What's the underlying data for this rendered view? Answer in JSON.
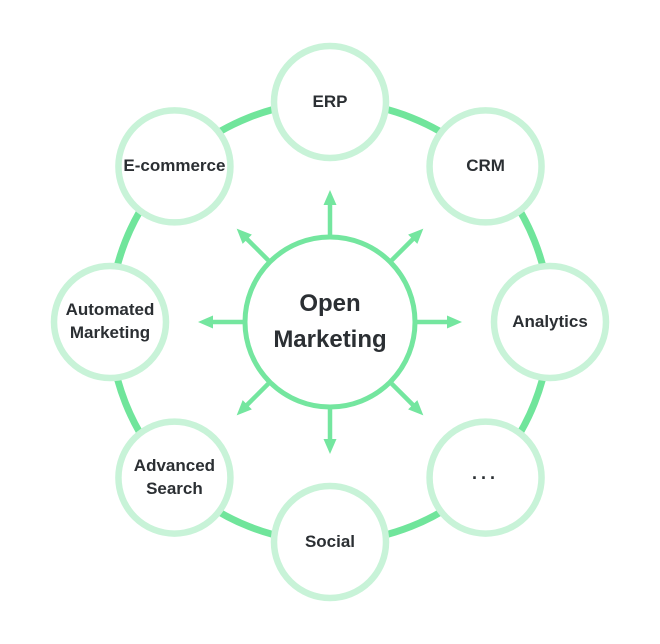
{
  "diagram": {
    "title": "Open Marketing ecosystem diagram",
    "center": {
      "id": "open-marketing",
      "label": "Open Marketing"
    },
    "nodes": [
      {
        "id": "erp",
        "label": "ERP",
        "position": "top"
      },
      {
        "id": "crm",
        "label": "CRM",
        "position": "top-right"
      },
      {
        "id": "analytics",
        "label": "Analytics",
        "position": "right"
      },
      {
        "id": "more",
        "label": "...",
        "position": "bottom-right"
      },
      {
        "id": "social",
        "label": "Social",
        "position": "bottom"
      },
      {
        "id": "advanced-search",
        "label": "Advanced Search",
        "position": "bottom-left"
      },
      {
        "id": "automated-marketing",
        "label": "Automated Marketing",
        "position": "left"
      },
      {
        "id": "ecommerce",
        "label": "E-commerce",
        "position": "top-left"
      }
    ],
    "colors": {
      "ring": "#70e59b",
      "node_ring": "#c8f3d8",
      "hub": "#74e69f",
      "text": "#2b2f33",
      "background": "#ffffff"
    }
  }
}
